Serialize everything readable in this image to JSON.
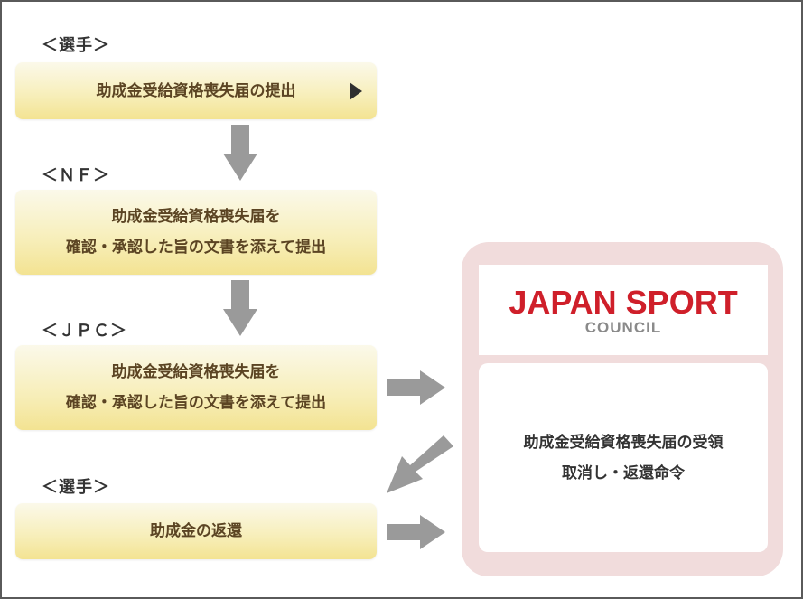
{
  "labels": {
    "athlete_1": "＜選手＞",
    "nf": "＜ＮＦ＞",
    "jpc": "＜ＪＰＣ＞",
    "athlete_2": "＜選手＞"
  },
  "steps": {
    "athlete_submit": "助成金受給資格喪失届の提出",
    "nf_line1": "助成金受給資格喪失届を",
    "nf_line2": "確認・承認した旨の文書を添えて提出",
    "jpc_line1": "助成金受給資格喪失届を",
    "jpc_line2": "確認・承認した旨の文書を添えて提出",
    "athlete_return": "助成金の返還"
  },
  "jsc": {
    "logo_main": "JAPAN SPORT",
    "logo_sub": "COUNCIL",
    "result_line1": "助成金受給資格喪失届の受領",
    "result_line2": "取消し・返還命令"
  },
  "colors": {
    "box_gradient_top": "#fbf9ea",
    "box_gradient_bottom": "#f3e392",
    "box_text": "#5b4423",
    "arrow": "#9a9a9a",
    "panel": "#f1dcdc",
    "logo_red": "#cf1f2a",
    "logo_gray": "#8a8a8a"
  },
  "icons": {
    "play": "triangle-right",
    "flow_arrow": "gray-block-arrow"
  }
}
